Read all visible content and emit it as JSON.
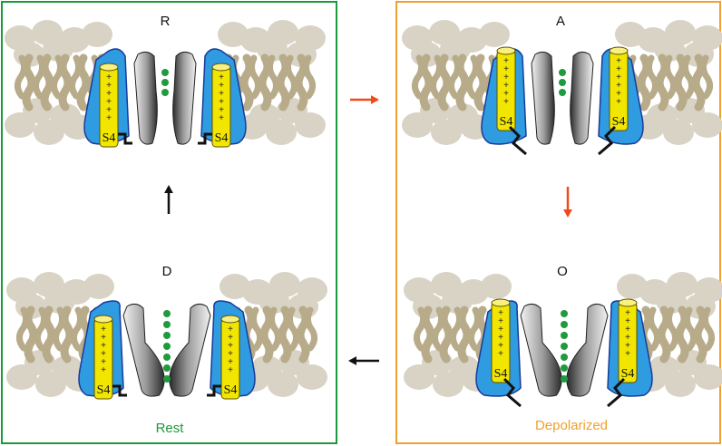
{
  "groups": {
    "rest": {
      "label": "Rest",
      "color": "#1a9a3a"
    },
    "depolarized": {
      "label": "Depolarized",
      "color": "#f0a030"
    }
  },
  "states": [
    {
      "id": "R",
      "label": "R",
      "gate": "closed",
      "sensor": "down",
      "ions": 3
    },
    {
      "id": "A",
      "label": "A",
      "gate": "closed",
      "sensor": "up",
      "ions": 3
    },
    {
      "id": "O",
      "label": "O",
      "gate": "open",
      "sensor": "up",
      "ions": 7
    },
    {
      "id": "D",
      "label": "D",
      "gate": "open",
      "sensor": "down",
      "ions": 7
    }
  ],
  "helix_label": "S4",
  "charge_symbol": "+",
  "charges_per_helix": 6,
  "colors": {
    "lipid": "#d8d3c5",
    "lipid_tail": "#b8ab8a",
    "protein": "#2f9be0",
    "helix": "#f2e600",
    "ion": "#1f9a3e",
    "arrow_forward": "#f04a18",
    "arrow_back": "#111111"
  },
  "transitions": [
    {
      "from": "R",
      "to": "A",
      "color_key": "arrow_forward"
    },
    {
      "from": "A",
      "to": "O",
      "color_key": "arrow_forward"
    },
    {
      "from": "O",
      "to": "D",
      "color_key": "arrow_back"
    },
    {
      "from": "D",
      "to": "R",
      "color_key": "arrow_back"
    }
  ]
}
